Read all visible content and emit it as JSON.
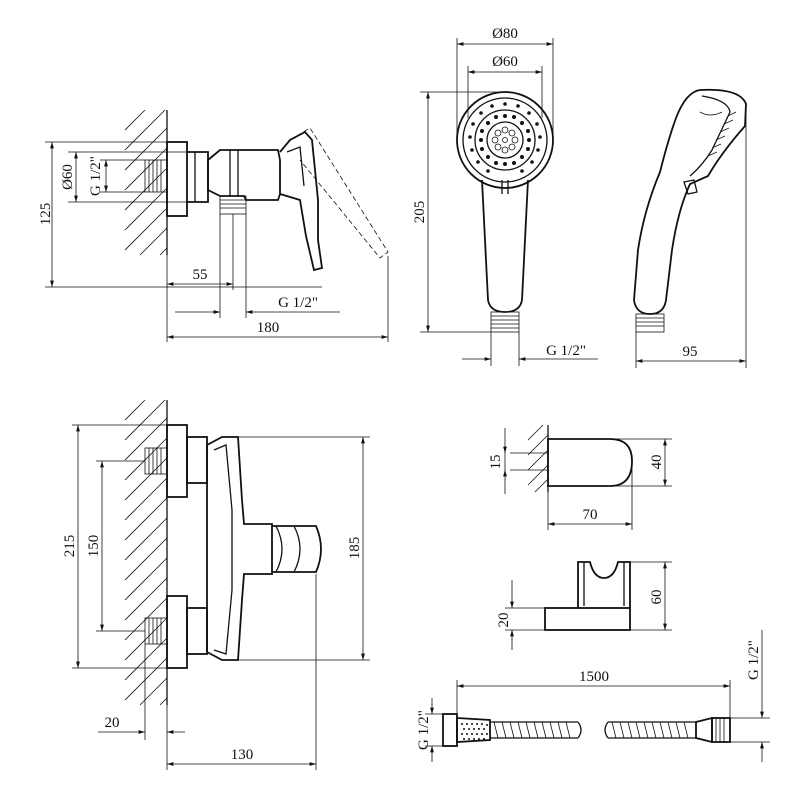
{
  "dimensions": {
    "mixer_side_height": "125",
    "mixer_side_nut_dia": "Ø60",
    "mixer_side_thread": "G 1/2\"",
    "mixer_side_outlet_offset": "55",
    "mixer_side_outlet_thread": "G 1/2\"",
    "mixer_side_depth": "180",
    "head_outer_dia": "Ø80",
    "head_inner_dia": "Ø60",
    "handshower_length": "205",
    "handshower_thread": "G 1/2\"",
    "handshower_depth": "95",
    "mixer_front_height": "215",
    "mixer_front_center_distance": "150",
    "mixer_front_body_height": "185",
    "mixer_front_wall_offset": "20",
    "mixer_front_depth": "130",
    "holder_screw_spacing": "15",
    "holder_height": "40",
    "holder_depth": "70",
    "bracket_base_height": "20",
    "bracket_height": "60",
    "hose_length": "1500",
    "hose_thread_left": "G 1/2\"",
    "hose_thread_right": "G 1/2\""
  }
}
